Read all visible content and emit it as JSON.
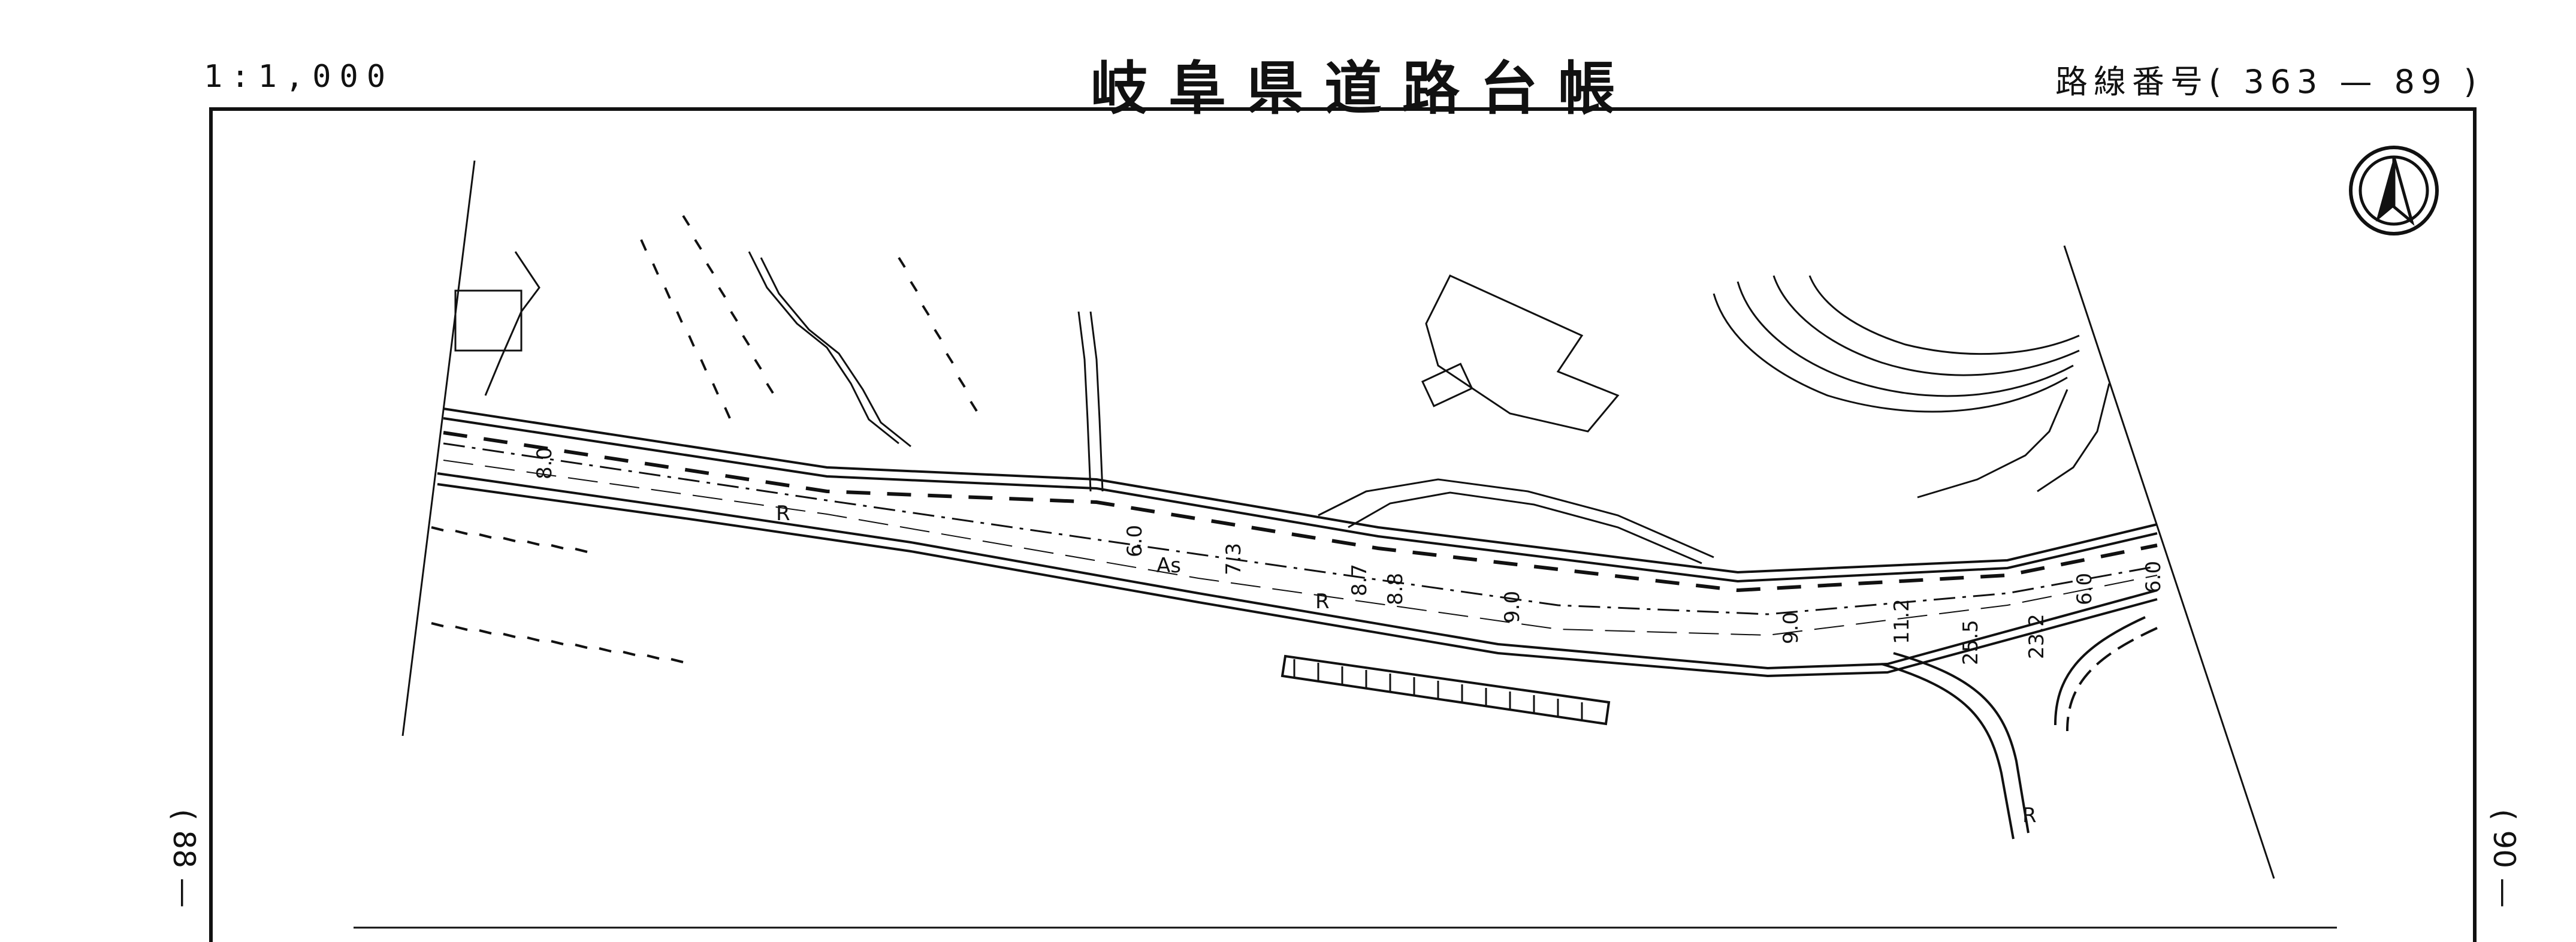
{
  "header": {
    "scale": "1:1,000",
    "title": "岐阜県道路台帳",
    "route_prefix": "路線番号(",
    "route_number": "363",
    "route_sep": "—",
    "sheet_number": "89",
    "route_suffix": ")"
  },
  "adjacent_sheets": {
    "left": "( 88 —",
    "right": "( 90 —"
  },
  "map": {
    "north_arrow_icon": "north-arrow-icon",
    "road_surface_label": "As",
    "curve_labels": [
      "R",
      "R",
      "R"
    ],
    "widths": [
      "8.0",
      "6.0",
      "7.3",
      "8.7",
      "8.8",
      "9.0",
      "9.0",
      "11.2",
      "25.5",
      "23.2",
      "6.0",
      "6.0"
    ]
  }
}
